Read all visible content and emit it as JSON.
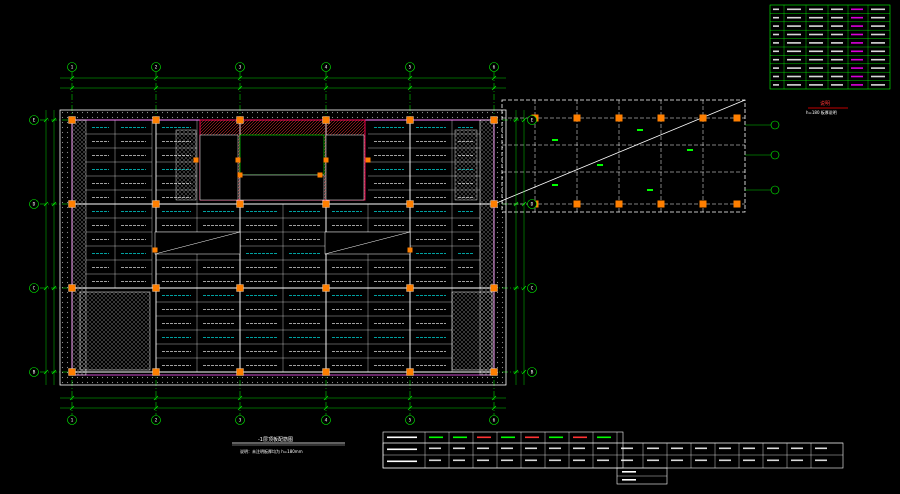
{
  "drawing": {
    "colors": {
      "background": "#000000",
      "grid_line": "#00ff00",
      "beam": "#ffffff",
      "column": "#ff7f00",
      "axis_bubble": "#00ff00",
      "wall": "#ff00ff",
      "hatch": "#ff0000",
      "text_label": "#ffffff",
      "accent_cyan": "#00ffff",
      "accent_yellow": "#ffff00"
    },
    "axis_labels_top": [
      "1",
      "2",
      "3",
      "4",
      "5",
      "6"
    ],
    "axis_labels_bottom": [
      "1",
      "2",
      "3",
      "4",
      "5",
      "6"
    ],
    "axis_labels_left": [
      "E",
      "D",
      "C",
      "B"
    ],
    "axis_labels_right": [
      "E",
      "D",
      "C",
      "B"
    ],
    "title_main": "-1层顶板配筋图",
    "title_note": "说明：未注明板厚均为 h=180mm",
    "legend_mark": "说明",
    "legend_note": "h=180 板厚说明"
  }
}
